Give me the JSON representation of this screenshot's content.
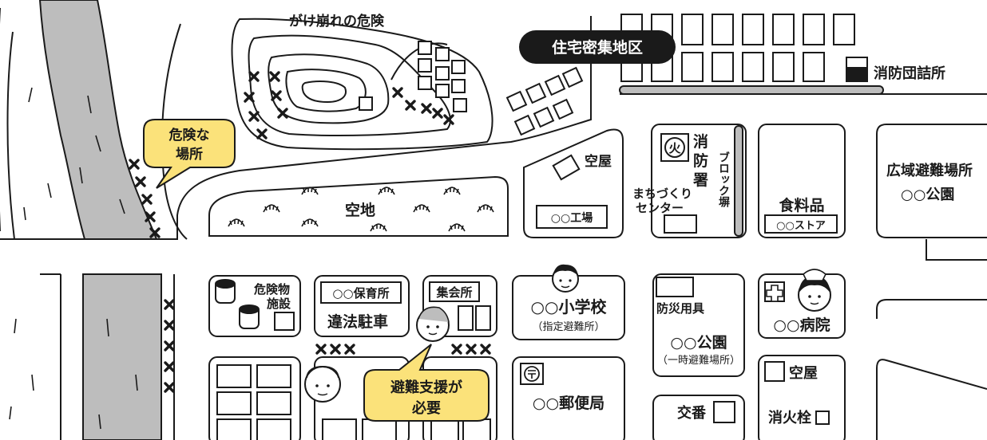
{
  "map": {
    "cliff_label": "がけ崩れの危険",
    "residential_label": "住宅密集地区",
    "fire_station_small": "消防団詰所",
    "danger_callout": [
      "危険な",
      "場所"
    ],
    "vacant_house_top": "空屋",
    "factory": "○○工場",
    "fire_icon": "火",
    "fire_dept": [
      "消",
      "防",
      "署"
    ],
    "block_wall": "ブロック塀",
    "machizukuri": [
      "まちづくり",
      "センター"
    ],
    "food": "食料品",
    "store": "○○ストア",
    "wide_evac": "広域避難場所",
    "wide_park": "○○公園",
    "vacant_lot": "空地",
    "hazard_facility": [
      "危険物",
      "施設"
    ],
    "nursery": "○○保育所",
    "illegal_parking": "違法駐車",
    "assembly_hall": "集会所",
    "school": "○○小学校",
    "school_sub": "（指定避難所）",
    "disaster_goods": "防災用具",
    "park2": "○○公園",
    "park2_sub": "（一時避難場所）",
    "hospital": "○○病院",
    "post_office": "○○郵便局",
    "support_callout": [
      "避難支援が",
      "必要"
    ],
    "koban": "交番",
    "vacant_house_bottom": "空屋",
    "hydrant": "消火栓",
    "colors": {
      "ink": "#1a1a1a",
      "river": "#bdbdbd",
      "callout": "#fbe27a",
      "badge": "#1a1a1a"
    }
  }
}
